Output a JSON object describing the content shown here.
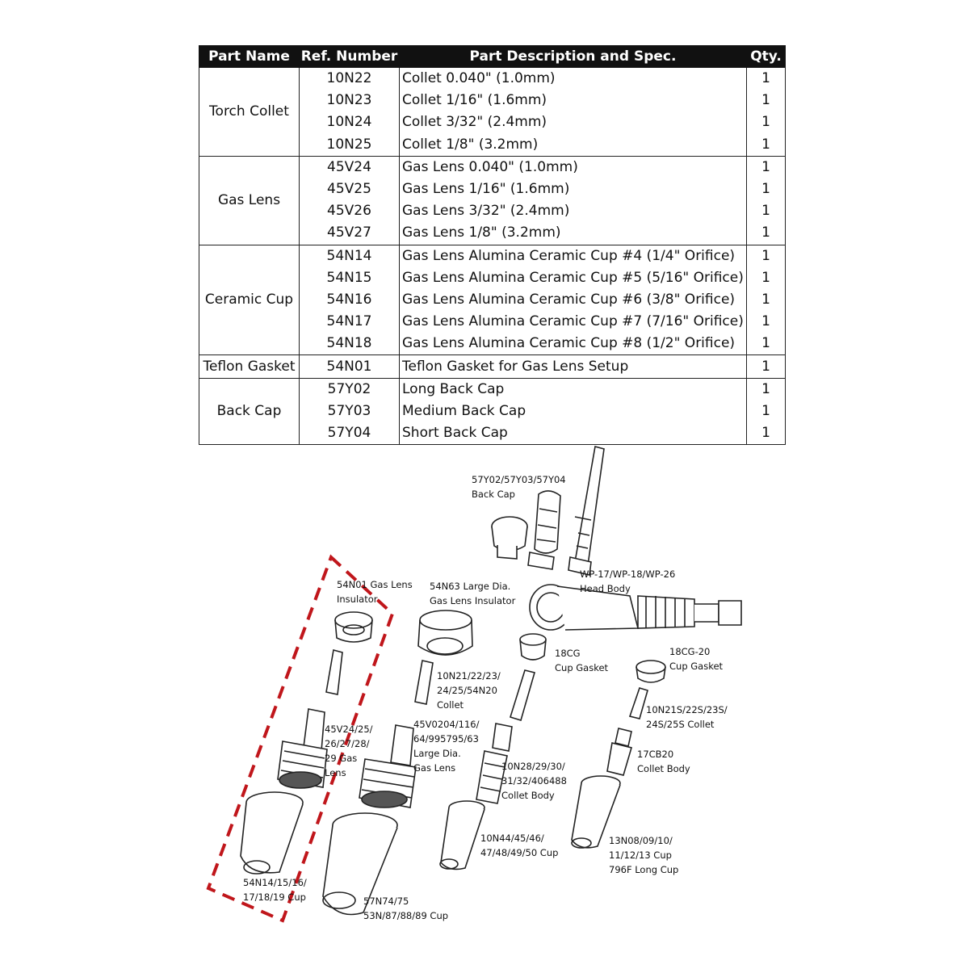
{
  "table": {
    "headers": [
      "Part Name",
      "Ref. Number",
      "Part Description and Spec.",
      "Qty."
    ],
    "groups": [
      {
        "name": "Torch Collet",
        "rows": [
          {
            "ref": "10N22",
            "desc": "Collet 0.040\" (1.0mm)",
            "qty": "1"
          },
          {
            "ref": "10N23",
            "desc": "Collet 1/16\" (1.6mm)",
            "qty": "1"
          },
          {
            "ref": "10N24",
            "desc": "Collet 3/32\" (2.4mm)",
            "qty": "1"
          },
          {
            "ref": "10N25",
            "desc": "Collet 1/8\" (3.2mm)",
            "qty": "1"
          }
        ]
      },
      {
        "name": "Gas Lens",
        "rows": [
          {
            "ref": "45V24",
            "desc": "Gas Lens 0.040\" (1.0mm)",
            "qty": "1"
          },
          {
            "ref": "45V25",
            "desc": "Gas Lens 1/16\" (1.6mm)",
            "qty": "1"
          },
          {
            "ref": "45V26",
            "desc": "Gas Lens 3/32\" (2.4mm)",
            "qty": "1"
          },
          {
            "ref": "45V27",
            "desc": "Gas Lens 1/8\" (3.2mm)",
            "qty": "1"
          }
        ]
      },
      {
        "name": "Ceramic Cup",
        "rows": [
          {
            "ref": "54N14",
            "desc": "Gas Lens Alumina Ceramic Cup #4 (1/4\" Orifice)",
            "qty": "1"
          },
          {
            "ref": "54N15",
            "desc": "Gas Lens Alumina Ceramic Cup #5 (5/16\" Orifice)",
            "qty": "1"
          },
          {
            "ref": "54N16",
            "desc": "Gas Lens Alumina Ceramic Cup #6 (3/8\" Orifice)",
            "qty": "1"
          },
          {
            "ref": "54N17",
            "desc": "Gas Lens Alumina Ceramic Cup #7 (7/16\" Orifice)",
            "qty": "1"
          },
          {
            "ref": "54N18",
            "desc": "Gas Lens Alumina Ceramic Cup #8 (1/2\" Orifice)",
            "qty": "1"
          }
        ]
      },
      {
        "name": "Teflon Gasket",
        "rows": [
          {
            "ref": "54N01",
            "desc": "Teflon Gasket for Gas Lens Setup",
            "qty": "1"
          }
        ]
      },
      {
        "name": "Back Cap",
        "rows": [
          {
            "ref": "57Y02",
            "desc": "Long Back Cap",
            "qty": "1"
          },
          {
            "ref": "57Y03",
            "desc": "Medium Back Cap",
            "qty": "1"
          },
          {
            "ref": "57Y04",
            "desc": "Short Back Cap",
            "qty": "1"
          }
        ]
      }
    ]
  },
  "diagram": {
    "labels": {
      "back_cap": [
        "57Y02/57Y03/57Y04",
        "Back Cap"
      ],
      "head_body": [
        "WP-17/WP-18/WP-26",
        "Head Body"
      ],
      "insulator": [
        "54N01 Gas Lens",
        "Insulator"
      ],
      "large_insulator": [
        "54N63 Large Dia.",
        "Gas Lens Insulator"
      ],
      "cup_gasket_18cg": [
        "18CG",
        "Cup Gasket"
      ],
      "cup_gasket_18cg20": [
        "18CG-20",
        "Cup Gasket"
      ],
      "collet_10n21": [
        "10N21/22/23/",
        "24/25/54N20",
        "Collet"
      ],
      "collet_10n21s": [
        "10N21S/22S/23S/",
        "24S/25S Collet"
      ],
      "gas_lens_45v24": [
        "45V24/25/",
        "26/27/28/",
        "29 Gas",
        "Lens"
      ],
      "gas_lens_45v0204": [
        "45V0204/116/",
        "64/995795/63",
        "Large Dia.",
        "Gas Lens"
      ],
      "collet_body_10n28": [
        "10N28/29/30/",
        "31/32/406488",
        "Collet Body"
      ],
      "collet_body_17cb20": [
        "17CB20",
        "Collet Body"
      ],
      "cup_10n44": [
        "10N44/45/46/",
        "47/48/49/50 Cup"
      ],
      "cup_13n08": [
        "13N08/09/10/",
        "11/12/13 Cup",
        "796F Long  Cup"
      ],
      "cup_54n14": [
        "54N14/15/16/",
        "17/18/19 Cup"
      ],
      "cup_57n74": [
        "57N74/75",
        "53N/87/88/89 Cup"
      ]
    },
    "highlight_color": "#c0161b"
  }
}
